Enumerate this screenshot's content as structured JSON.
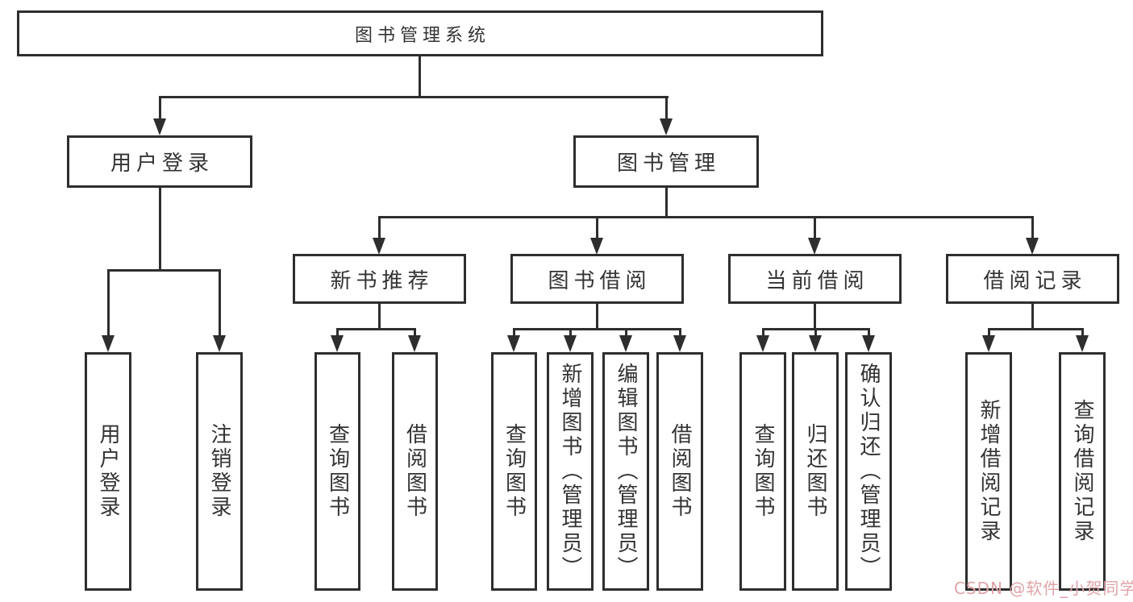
{
  "diagram": {
    "root": {
      "label": "图书管理系统"
    },
    "user_login": {
      "label": "用户登录",
      "children": [
        {
          "label": "用户登录"
        },
        {
          "label": "注销登录"
        }
      ]
    },
    "book_mgmt": {
      "label": "图书管理",
      "children": [
        {
          "label": "新书推荐",
          "children": [
            {
              "label": "查询图书"
            },
            {
              "label": "借阅图书"
            }
          ]
        },
        {
          "label": "图书借阅",
          "children": [
            {
              "label": "查询图书"
            },
            {
              "label": "新增图书（管理员）"
            },
            {
              "label": "编辑图书（管理员）"
            },
            {
              "label": "借阅图书"
            }
          ]
        },
        {
          "label": "当前借阅",
          "children": [
            {
              "label": "查询图书"
            },
            {
              "label": "归还图书"
            },
            {
              "label": "确认归还（管理员）"
            }
          ]
        },
        {
          "label": "借阅记录",
          "children": [
            {
              "label": "新增借阅记录"
            },
            {
              "label": "查询借阅记录"
            }
          ]
        }
      ]
    },
    "colors": {
      "line": "#2e2e2e",
      "text": "#333333",
      "box_background": "#ffffff",
      "watermark": "#dfa3a8"
    }
  },
  "watermark": {
    "text": "CSDN @软件_小贺同学"
  }
}
